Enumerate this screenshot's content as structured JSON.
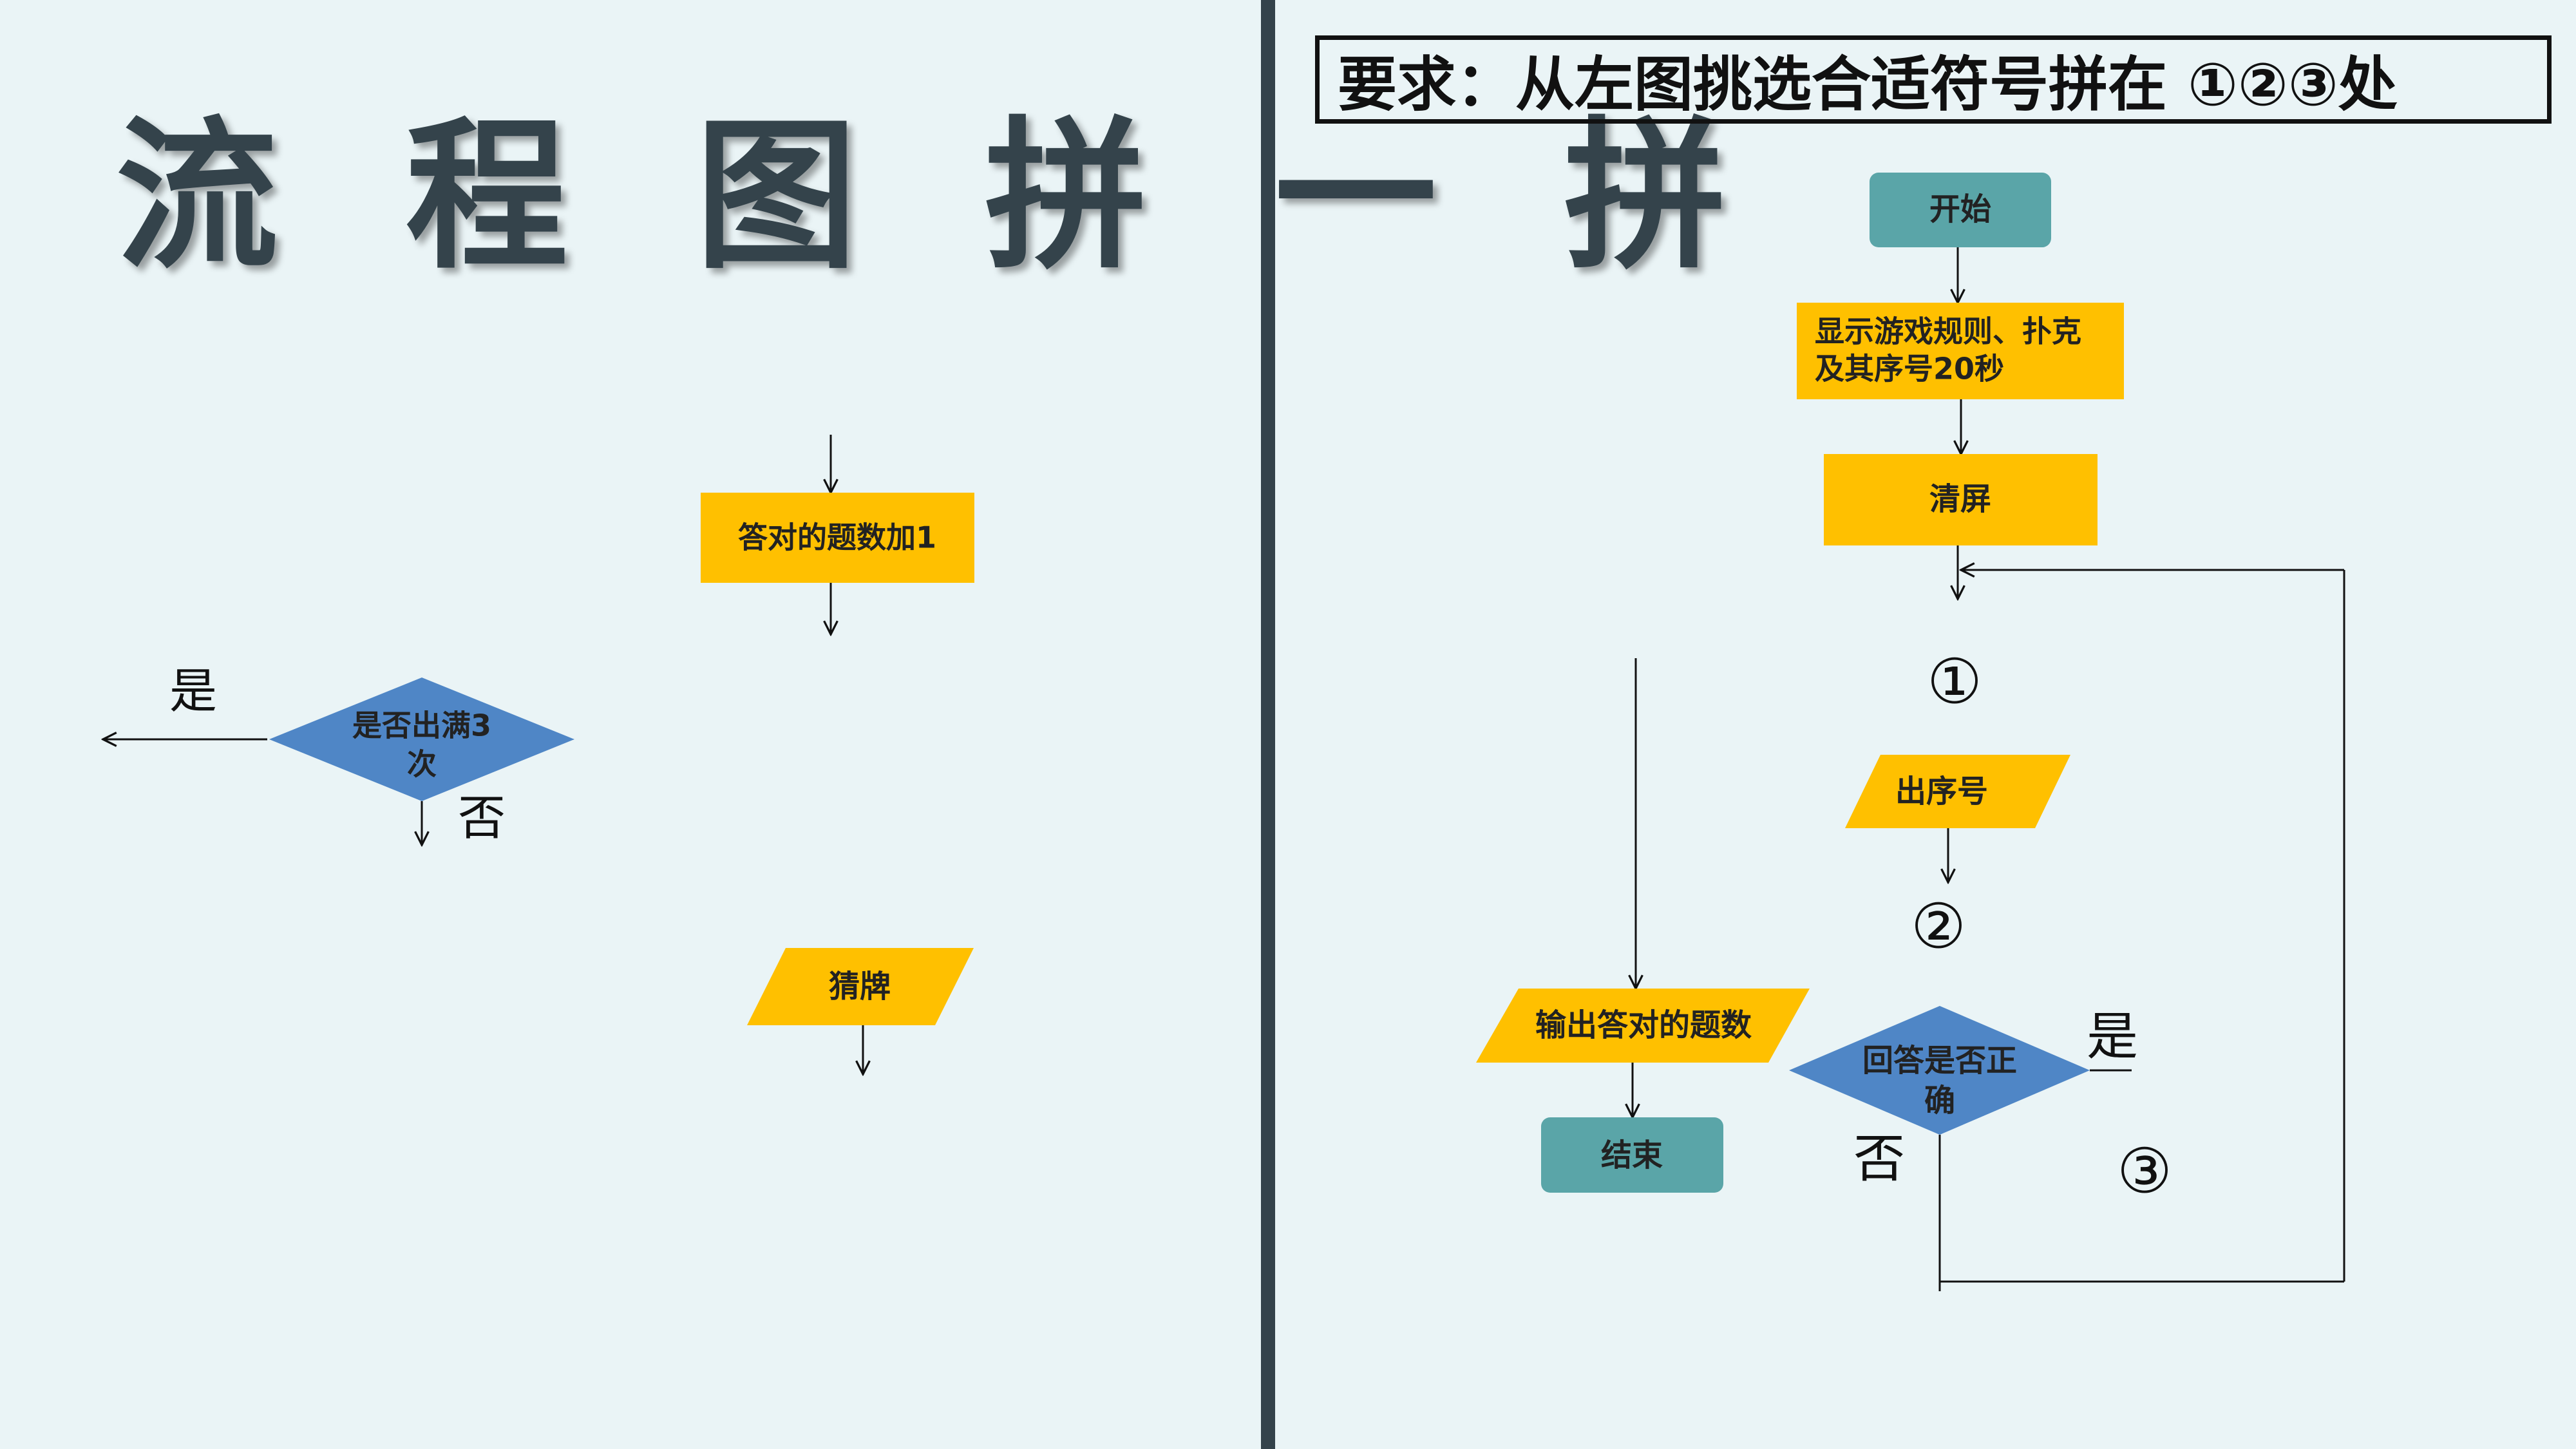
{
  "left_panel": {
    "title": "流 程 图 拼 一 拼",
    "shapes": {
      "answer_count_box": "答对的题数加1",
      "decision_label": [
        "是否出满3",
        "次"
      ],
      "decision_yes": "是",
      "decision_no": "否",
      "guess_box": "猜牌"
    }
  },
  "right_panel": {
    "requirement": "要求：从左图挑选合适符号拼在 ①②③处",
    "nodes": {
      "start": "开始",
      "show_rules": [
        "显示游戏规则、扑克",
        "及其序号20秒"
      ],
      "clear_screen": "清屏",
      "slot1": "①",
      "output_number": "出序号",
      "slot2": "②",
      "decision": [
        "回答是否正",
        "确"
      ],
      "decision_yes": "是",
      "decision_no": "否",
      "slot3": "③",
      "output_answers": "输出答对的题数",
      "end": "结束"
    }
  },
  "colors": {
    "background": "#eaf4f6",
    "title": "#34434b",
    "yellow": "#ffc000",
    "teal": "#5aa5a8",
    "blue": "#4f86c6",
    "line": "#111111"
  }
}
